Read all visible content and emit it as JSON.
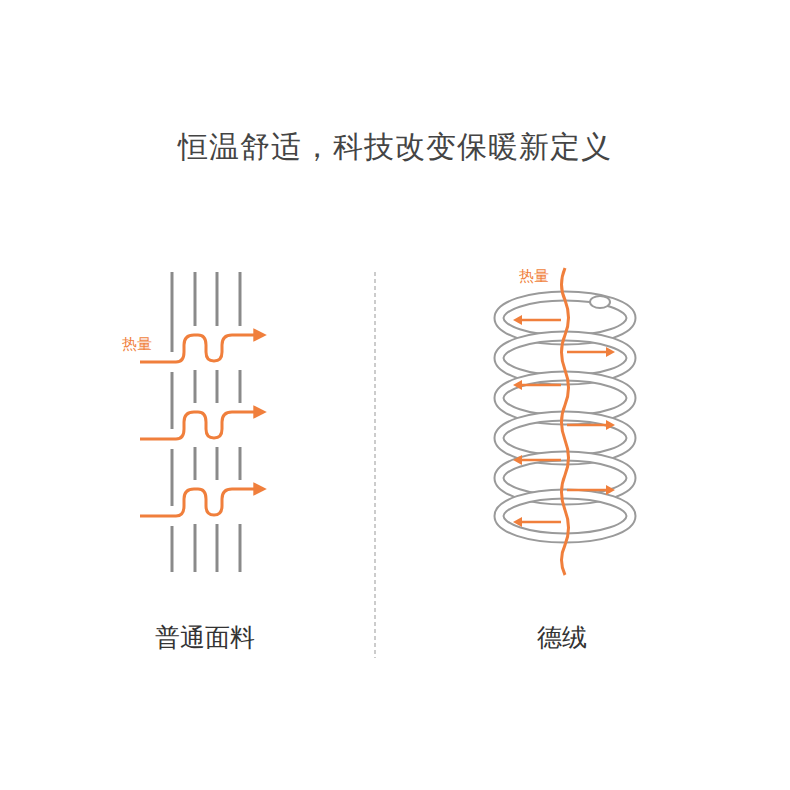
{
  "diagram": {
    "title": "恒温舒适，科技改变保暖新定义",
    "labels": [
      "热量",
      "普通面料",
      "热量",
      "德绒"
    ]
  }
}
